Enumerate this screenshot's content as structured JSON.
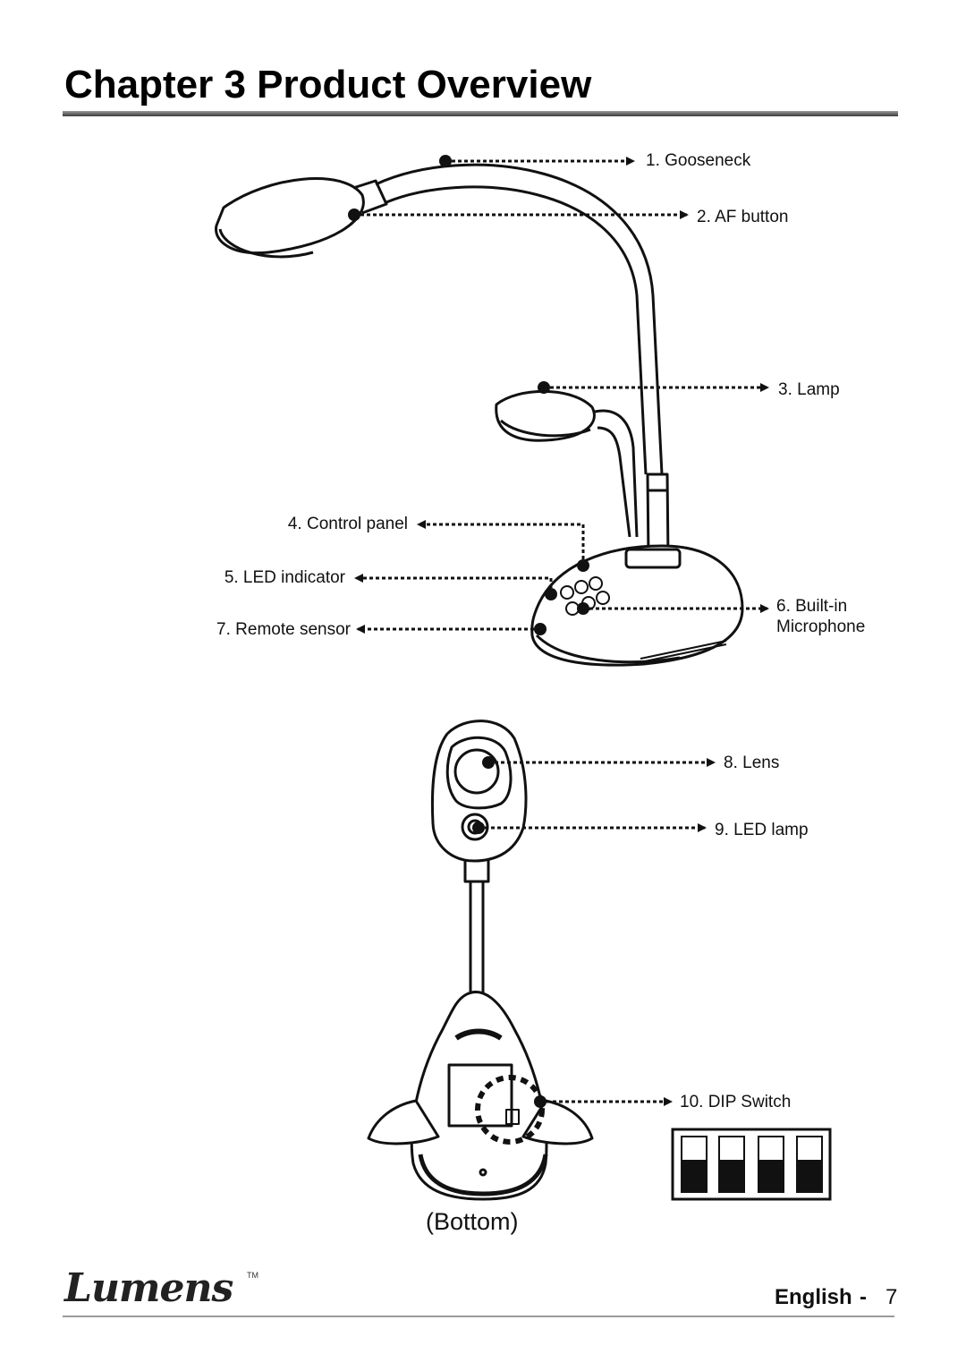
{
  "header": {
    "title": "Chapter 3 Product Overview"
  },
  "labels": {
    "gooseneck": "1. Gooseneck",
    "af_button": "2. AF button",
    "lamp": "3. Lamp",
    "control_panel": "4. Control panel",
    "led_indicator": "5. LED indicator",
    "microphone_line1": "6. Built-in",
    "microphone_line2": "Microphone",
    "remote_sensor": "7. Remote sensor",
    "lens": "8. Lens",
    "led_lamp": "9. LED lamp",
    "dip_switch": "10. DIP Switch"
  },
  "bottom_caption": "(Bottom)",
  "footer": {
    "logo": "Lumens",
    "trademark": "TM",
    "language": "English",
    "separator": "-",
    "page_number": "7"
  },
  "colors": {
    "line": "#111111",
    "rule": "#9a9a9a"
  }
}
